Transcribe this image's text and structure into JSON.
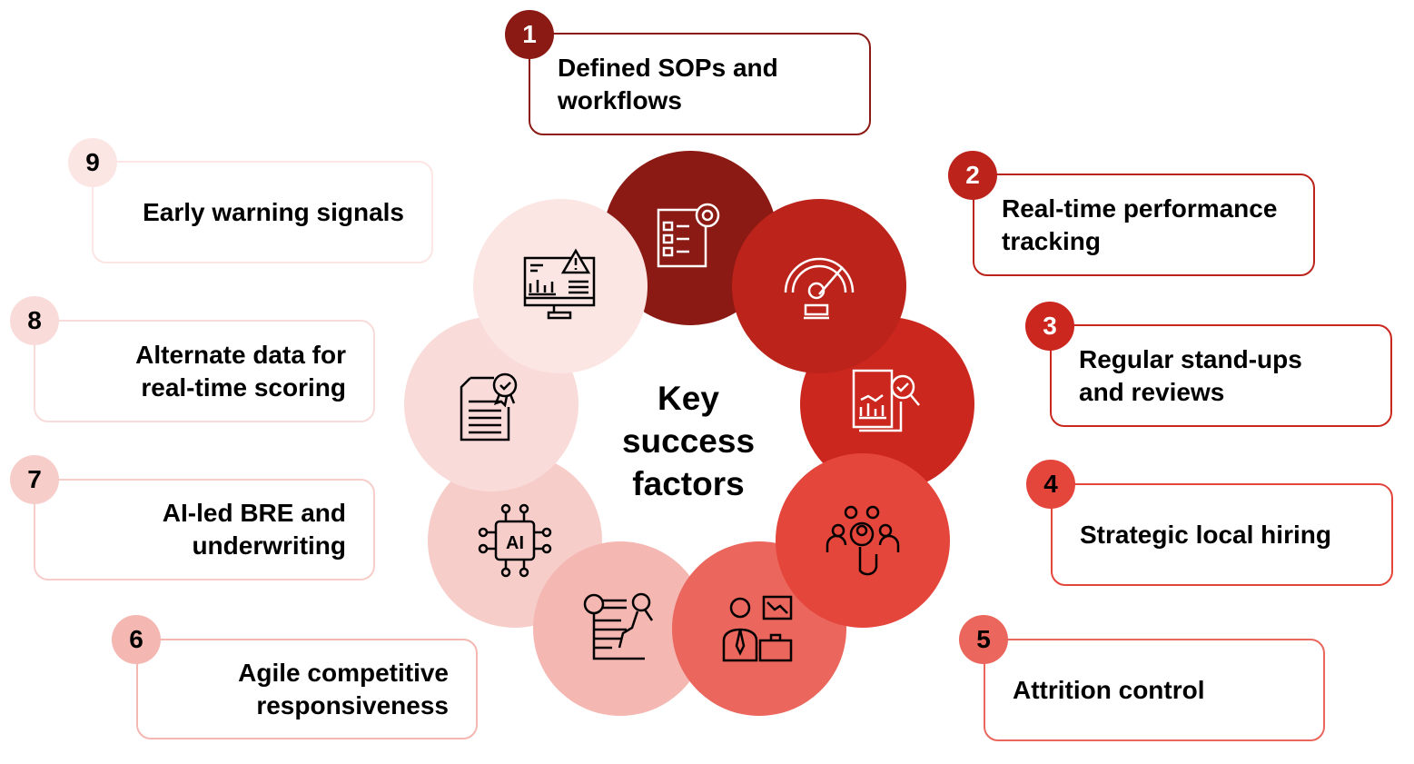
{
  "center_title": "Key\nsuccess\nfactors",
  "factors": [
    {
      "number": "1",
      "label": "Defined SOPs and\nworkflows",
      "color": "#8B1A14",
      "icon": "checklist-gear-icon"
    },
    {
      "number": "2",
      "label": "Real-time performance\ntracking",
      "color": "#BB231B",
      "icon": "performance-gauge-icon"
    },
    {
      "number": "3",
      "label": "Regular stand-ups\nand reviews",
      "color": "#CB271E",
      "icon": "report-review-icon"
    },
    {
      "number": "4",
      "label": "Strategic local hiring",
      "color": "#E5463C",
      "icon": "team-select-icon"
    },
    {
      "number": "5",
      "label": "Attrition control",
      "color": "#EB665C",
      "icon": "employee-leaving-icon"
    },
    {
      "number": "6",
      "label": "Agile competitive\nresponsiveness",
      "color": "#F4B7B2",
      "icon": "market-analysis-icon"
    },
    {
      "number": "7",
      "label": "AI-led BRE and\nunderwriting",
      "color": "#F7CDCA",
      "icon": "ai-chip-icon"
    },
    {
      "number": "8",
      "label": "Alternate data for\nreal-time scoring",
      "color": "#F9DCDA",
      "icon": "certified-document-icon"
    },
    {
      "number": "9",
      "label": "Early warning signals",
      "color": "#FBE6E4",
      "icon": "monitor-warning-icon"
    }
  ]
}
